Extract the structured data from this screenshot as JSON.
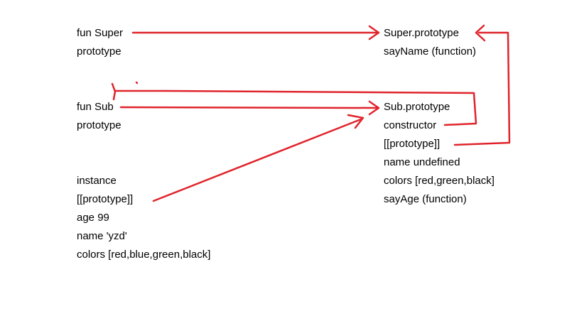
{
  "colors": {
    "arrow": "#e0242c",
    "text": "#000000",
    "background": "#ffffff"
  },
  "super_fn": {
    "name": "fun Super",
    "prop": "prototype"
  },
  "super_proto": {
    "title": "Super.prototype",
    "method": "sayName  (function)"
  },
  "sub_fn": {
    "name": "fun Sub",
    "prop": "prototype"
  },
  "sub_proto": {
    "title": "Sub.prototype",
    "constructor": "constructor",
    "proto_link": "[[prototype]]",
    "name": "name undefined",
    "colors": "colors [red,green,black]",
    "method": "sayAge (function)"
  },
  "instance": {
    "title": "instance",
    "proto_link": "[[prototype]]",
    "age": "age 99",
    "name": "name 'yzd'",
    "colors": "colors [red,blue,green,black]"
  }
}
